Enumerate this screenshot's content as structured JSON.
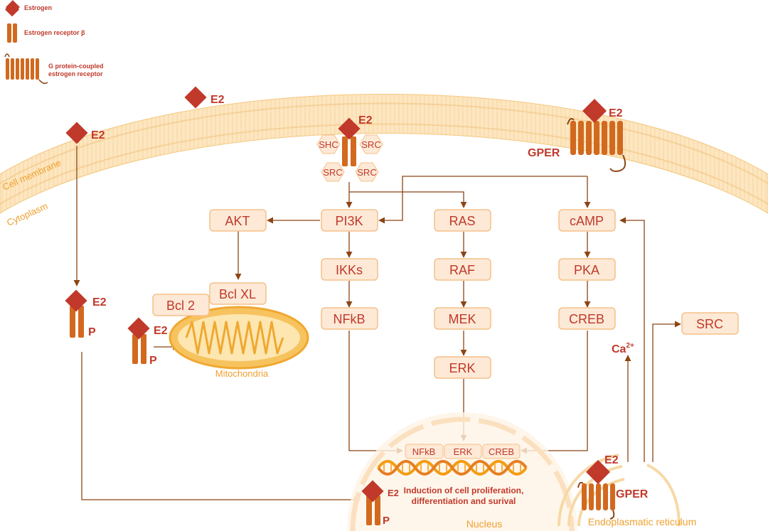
{
  "legend": {
    "estrogen": "Estrogen",
    "receptor_beta": "Estrogen receptor β",
    "gpcr_line1": "G protein-coupled",
    "gpcr_line2": "estrogen receptor"
  },
  "labels": {
    "cell_membrane": "Cell membrane",
    "cytoplasm": "Cytoplasm",
    "mitochondria": "Mitochondria",
    "nucleus": "Nucleus",
    "er": "Endoplasmatic reticulum",
    "e2": "E2",
    "p": "P",
    "gper": "GPER",
    "ca": "Ca",
    "ca_sup": "2+",
    "induction_line1": "Induction of cell proliferation,",
    "induction_line2": "differentiation and surival"
  },
  "complex": {
    "shc": "SHC",
    "src": "SRC"
  },
  "nodes": {
    "akt": "AKT",
    "pi3k": "PI3K",
    "ras": "RAS",
    "camp": "cAMP",
    "ikks": "IKKs",
    "raf": "RAF",
    "pka": "PKA",
    "bclxl": "Bcl XL",
    "bcl2": "Bcl 2",
    "nfkb": "NFkB",
    "mek": "MEK",
    "creb": "CREB",
    "erk": "ERK",
    "src": "SRC"
  },
  "nucleus_factors": [
    "NFkB",
    "ERK",
    "CREB"
  ],
  "colors": {
    "dark_red": "#c0392b",
    "receptor": "#d2691e",
    "box_fill": "#fde9d6",
    "box_stroke": "#f5c08a",
    "arrow": "#8b4513",
    "membrane": "#f5c77e"
  }
}
